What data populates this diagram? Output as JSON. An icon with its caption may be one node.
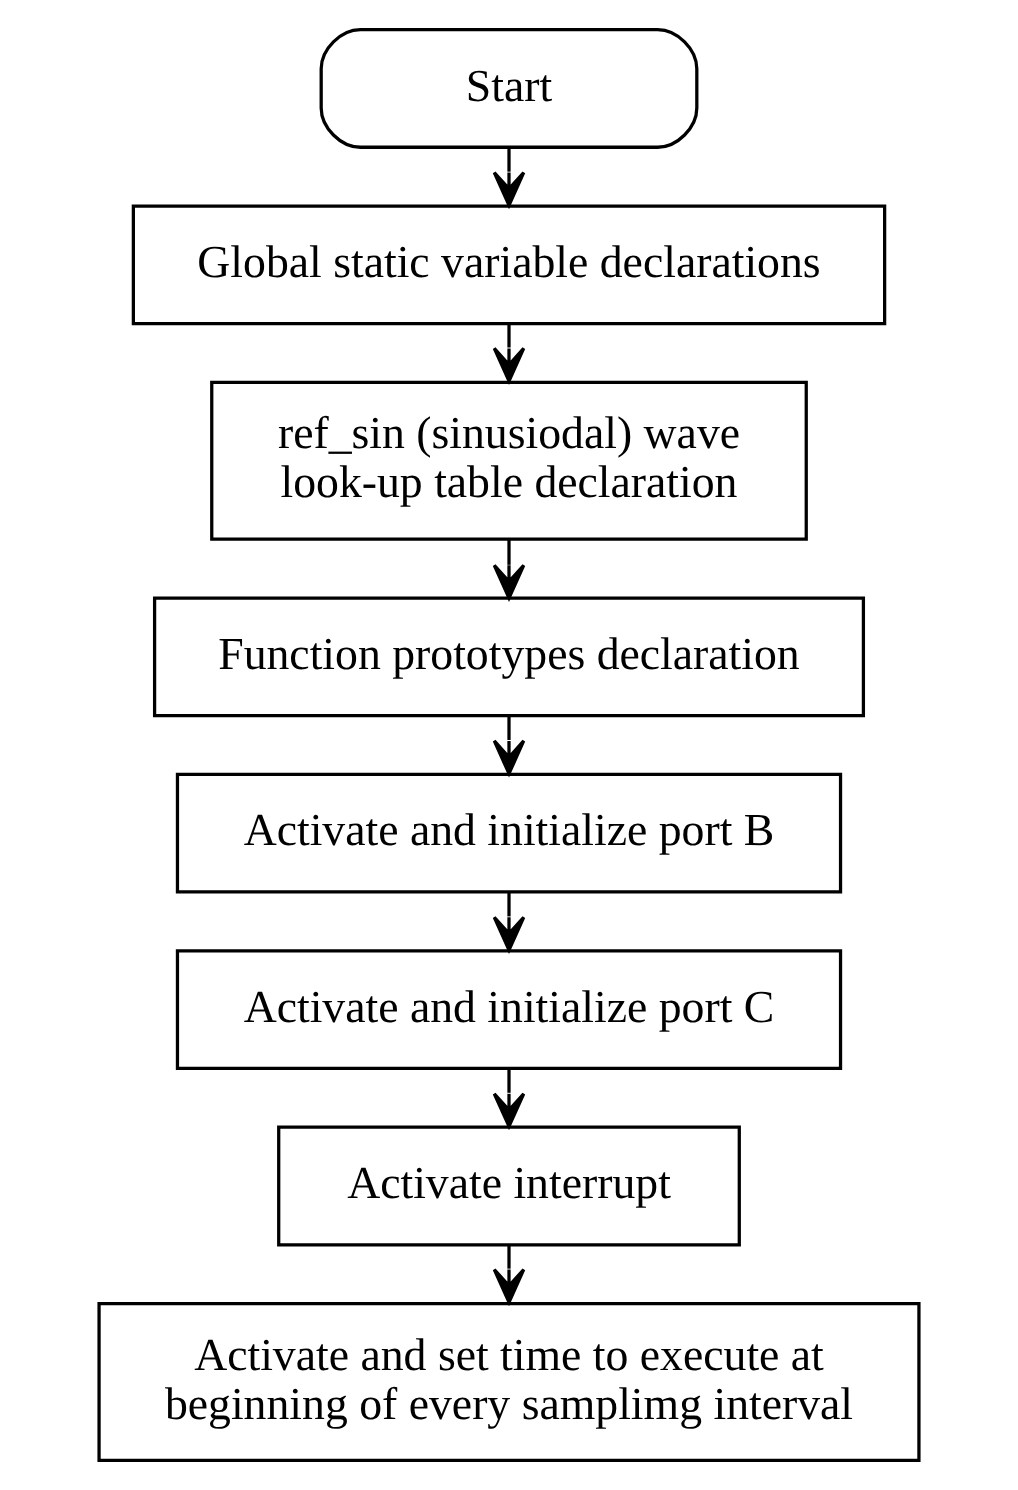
{
  "diagram": {
    "nodes": [
      {
        "text": [
          "Start"
        ]
      },
      {
        "text": [
          "Global static variable declarations"
        ]
      },
      {
        "text": [
          "ref_sin (sinusiodal) wave look-up table declaration"
        ]
      },
      {
        "text": [
          "Function prototypes declaration"
        ]
      },
      {
        "text": [
          "Activate and initialize port B"
        ]
      },
      {
        "text": [
          "Activate and initialize port C"
        ]
      },
      {
        "text": [
          "Activate interrupt"
        ]
      },
      {
        "text": [
          "Activate and set time to execute at beginning of every samplimg interval"
        ]
      }
    ],
    "edges": [
      {
        "from": 0,
        "to": 1,
        "arrow": "to"
      },
      {
        "from": 1,
        "to": 2,
        "arrow": "to"
      },
      {
        "from": 2,
        "to": 3,
        "arrow": "to"
      },
      {
        "from": 3,
        "to": 4,
        "arrow": "to"
      },
      {
        "from": 4,
        "to": 5,
        "arrow": "to"
      },
      {
        "from": 5,
        "to": 6,
        "arrow": "to"
      },
      {
        "from": 6,
        "to": 7,
        "arrow": "to"
      }
    ]
  }
}
